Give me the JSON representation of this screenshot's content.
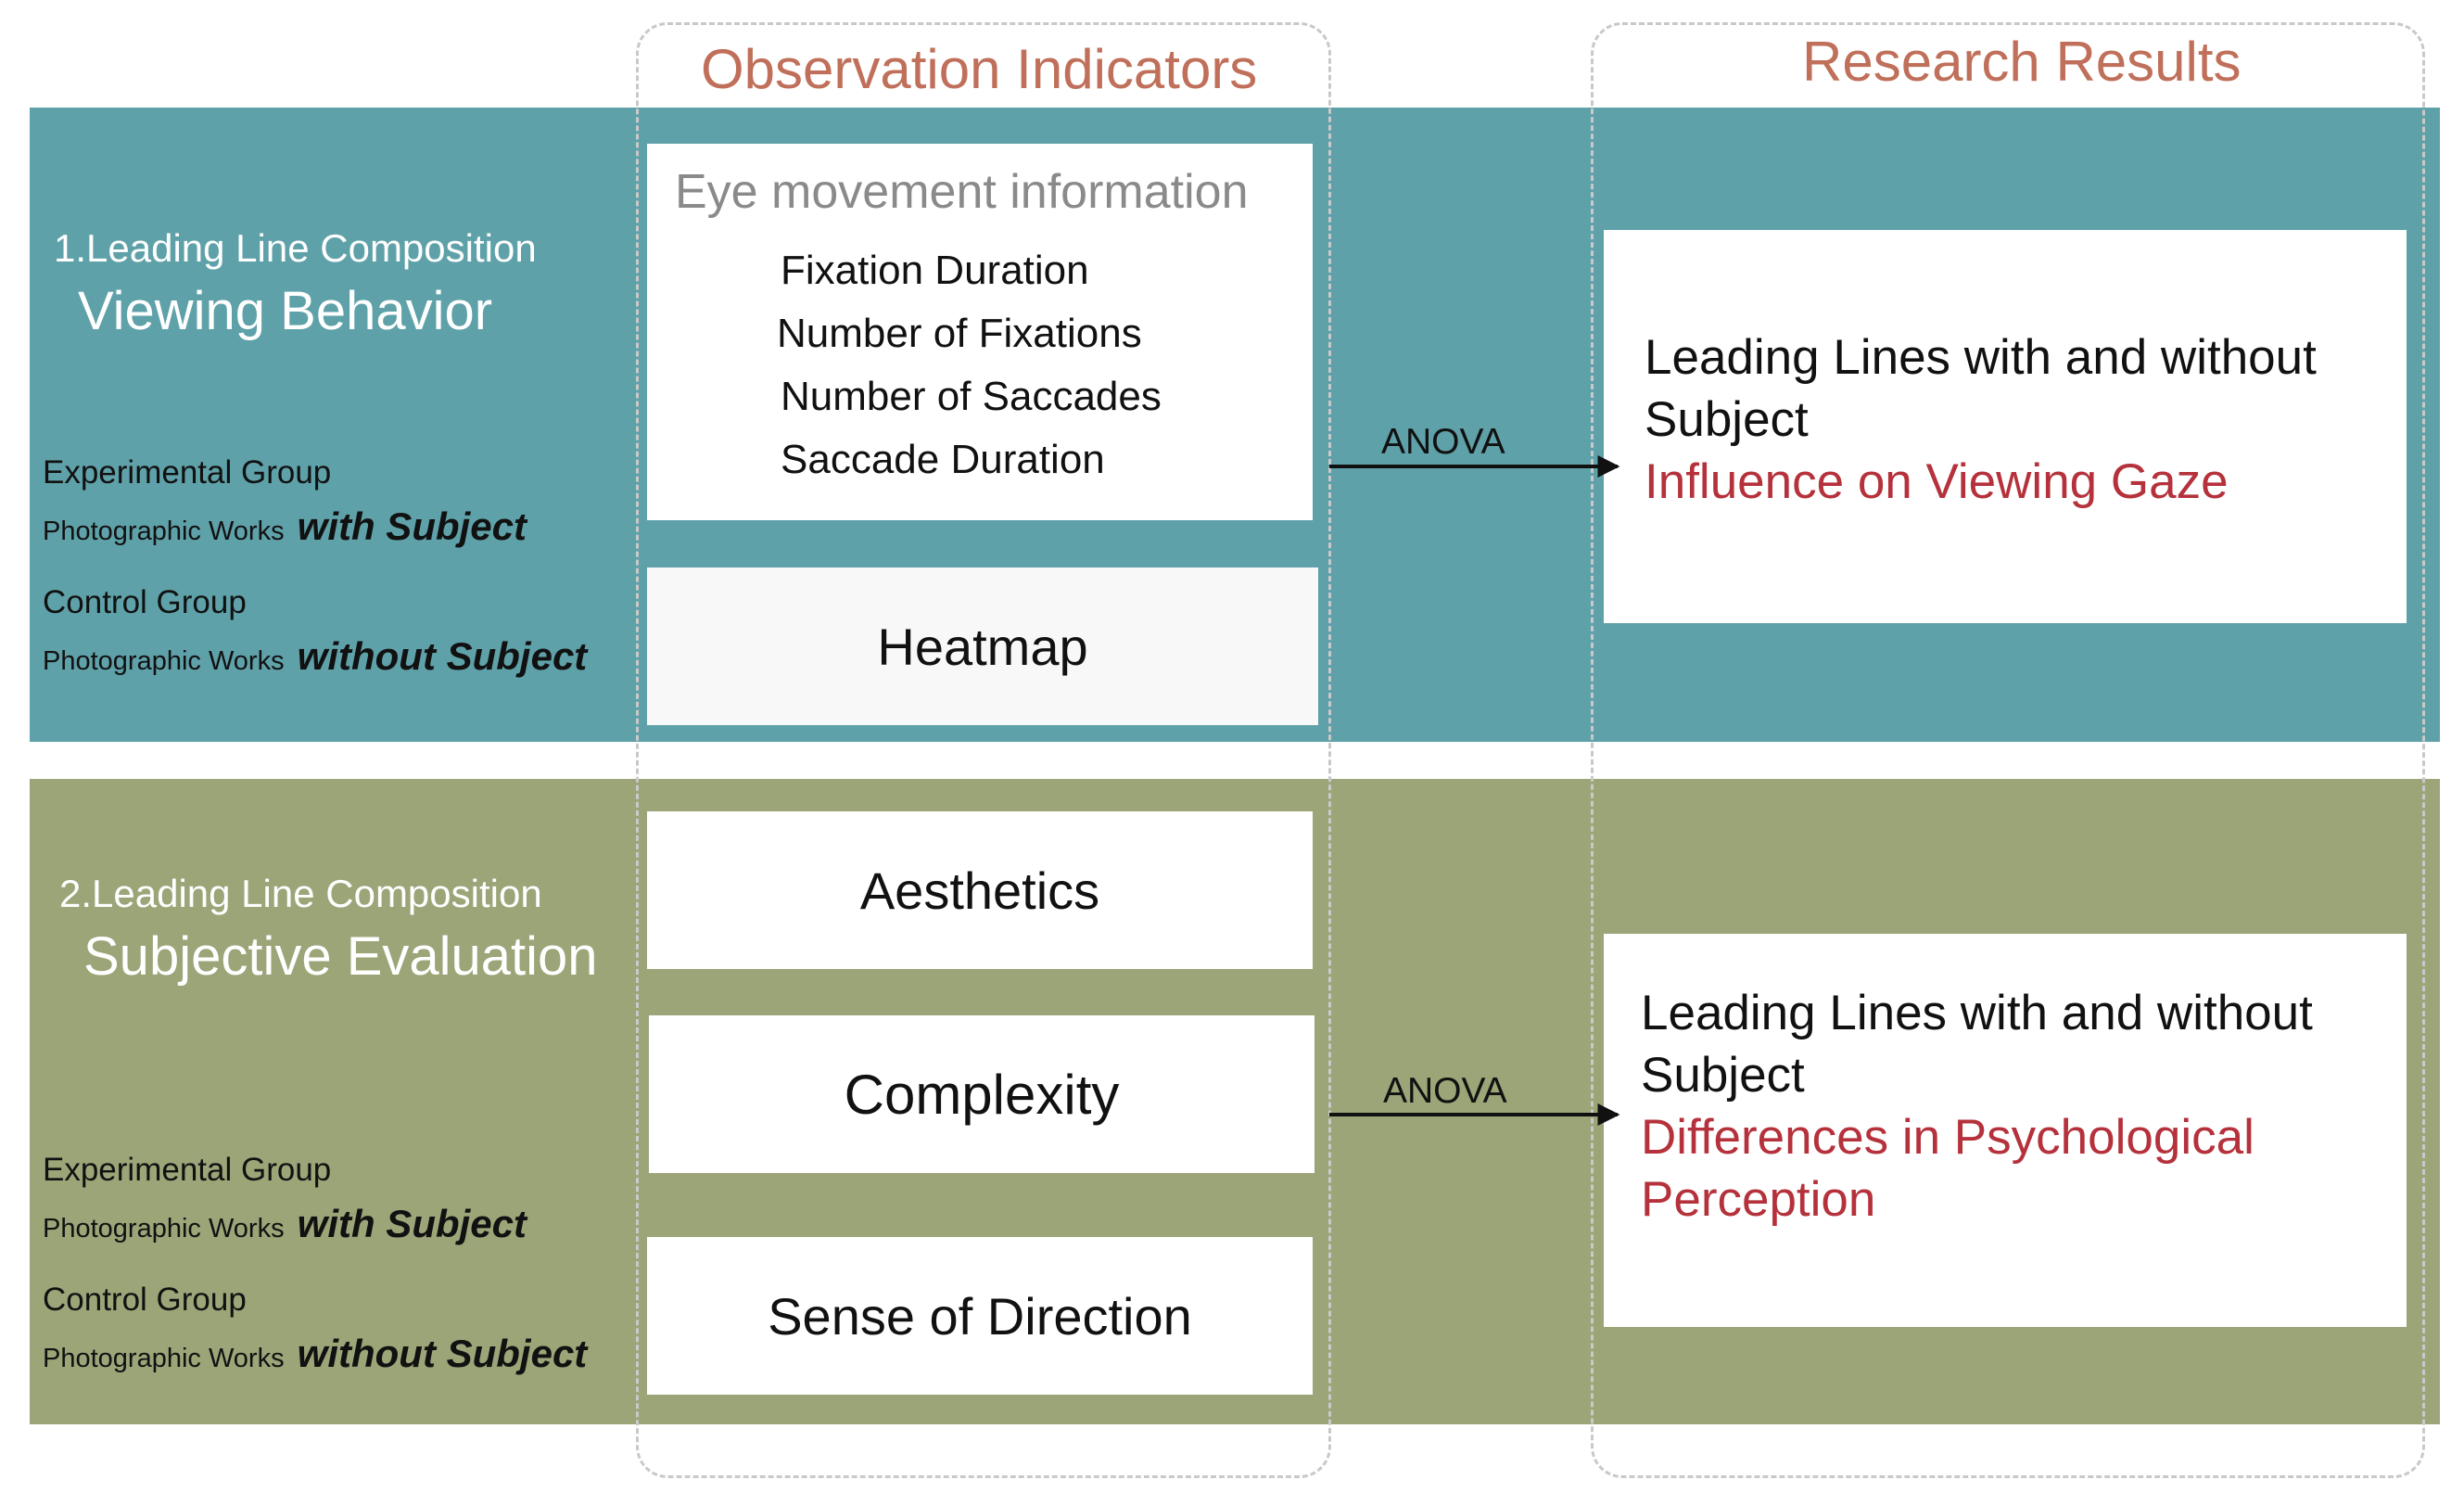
{
  "columns": {
    "observation_title": "Observation Indicators",
    "results_title": "Research Results"
  },
  "section1": {
    "number_label": "1.Leading Line Composition",
    "title": "Viewing Behavior",
    "experimental_group": "Experimental Group",
    "experimental_works": "Photographic Works",
    "experimental_emph": "with Subject",
    "control_group": "Control Group",
    "control_works": "Photographic Works",
    "control_emph": "without Subject",
    "eye_movement_title": "Eye movement information",
    "eye_movement_items": [
      "Fixation Duration",
      "Number of Fixations",
      "Number of Saccades",
      "Saccade Duration"
    ],
    "heatmap": "Heatmap",
    "anova": "ANOVA",
    "result_line1": "Leading Lines with and without",
    "result_line2": "Subject",
    "result_red": "Influence on Viewing Gaze"
  },
  "section2": {
    "number_label": "2.Leading Line Composition",
    "title": "Subjective Evaluation",
    "experimental_group": "Experimental Group",
    "experimental_works": "Photographic Works",
    "experimental_emph": "with Subject",
    "control_group": "Control Group",
    "control_works": "Photographic Works",
    "control_emph": "without Subject",
    "aesthetics": "Aesthetics",
    "complexity": "Complexity",
    "sense_of_direction": "Sense of Direction",
    "anova": "ANOVA",
    "result_line1": "Leading Lines with and without",
    "result_line2": "Subject",
    "result_red_line1": "Differences in Psychological",
    "result_red_line2": "Perception"
  },
  "colors": {
    "band_teal": "#5fa1a9",
    "band_olive": "#9ba578",
    "column_title": "#c0705a",
    "result_highlight": "#b5313b"
  }
}
